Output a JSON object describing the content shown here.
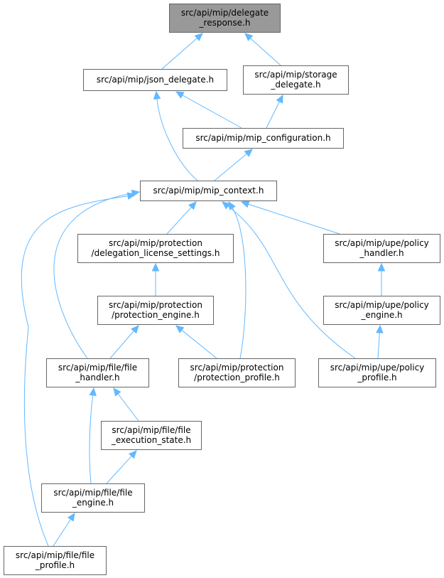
{
  "colors": {
    "edge": "#63b8ff",
    "node_border": "#666666",
    "root_fill": "#999999",
    "node_fill": "#ffffff"
  },
  "nodes": {
    "delegate_response": [
      "src/api/mip/delegate",
      "_response.h"
    ],
    "json_delegate": [
      "src/api/mip/json_delegate.h"
    ],
    "storage_delegate": [
      "src/api/mip/storage",
      "_delegate.h"
    ],
    "mip_configuration": [
      "src/api/mip/mip_configuration.h"
    ],
    "mip_context": [
      "src/api/mip/mip_context.h"
    ],
    "delegation_license_settings": [
      "src/api/mip/protection",
      "/delegation_license_settings.h"
    ],
    "policy_handler": [
      "src/api/mip/upe/policy",
      "_handler.h"
    ],
    "protection_engine": [
      "src/api/mip/protection",
      "/protection_engine.h"
    ],
    "policy_engine": [
      "src/api/mip/upe/policy",
      "_engine.h"
    ],
    "file_handler": [
      "src/api/mip/file/file",
      "_handler.h"
    ],
    "protection_profile": [
      "src/api/mip/protection",
      "/protection_profile.h"
    ],
    "policy_profile": [
      "src/api/mip/upe/policy",
      "_profile.h"
    ],
    "file_execution_state": [
      "src/api/mip/file/file",
      "_execution_state.h"
    ],
    "file_engine": [
      "src/api/mip/file/file",
      "_engine.h"
    ],
    "file_profile": [
      "src/api/mip/file/file",
      "_profile.h"
    ]
  }
}
